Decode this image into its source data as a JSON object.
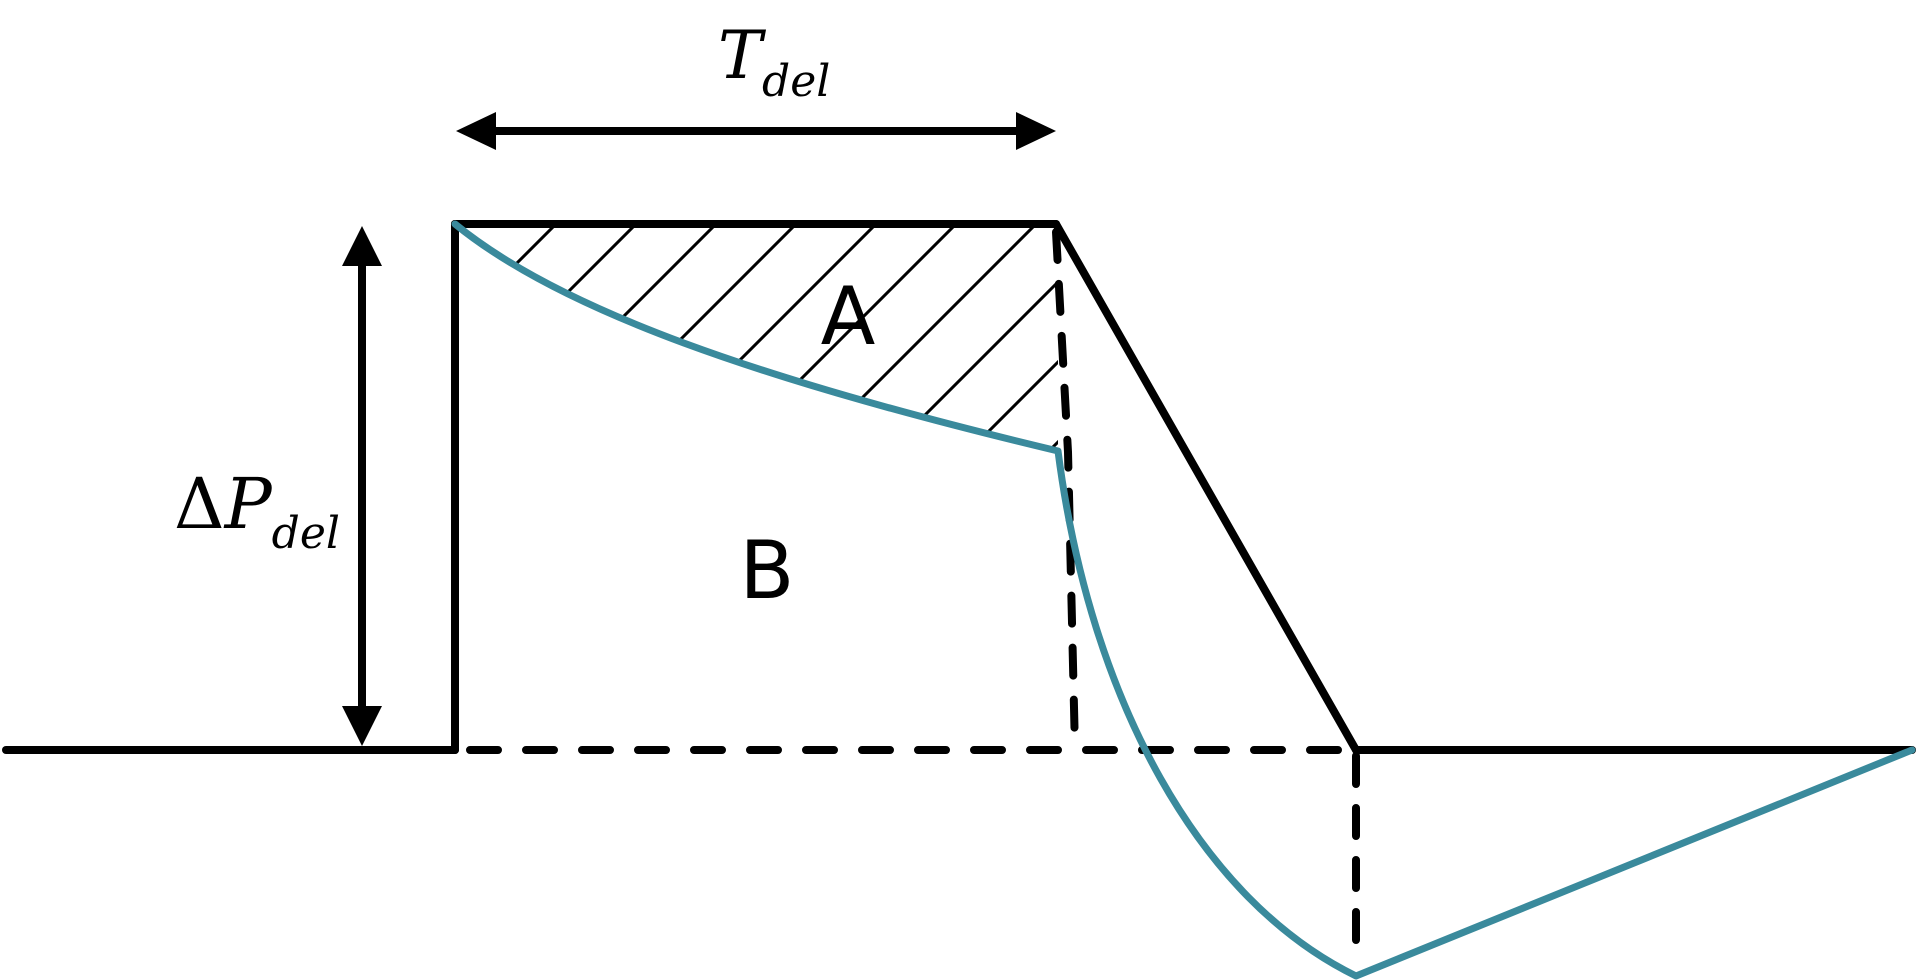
{
  "labels": {
    "t_del_main": "T",
    "t_del_sub": "del",
    "delta_symbol": "Δ",
    "p_del_main": "P",
    "p_del_sub": "del",
    "region_a": "A",
    "region_b": "B"
  },
  "colors": {
    "ink": "#000000",
    "curve": "#3a8a9c",
    "background": "#ffffff"
  }
}
